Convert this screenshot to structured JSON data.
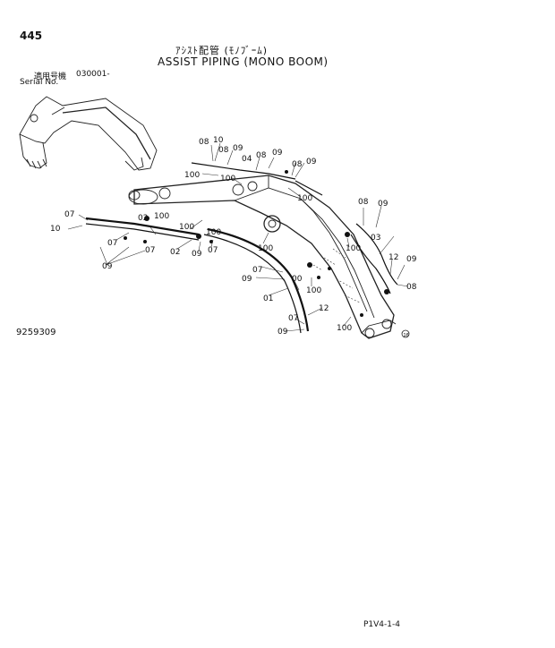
{
  "header": {
    "page_number": "445",
    "title_jp": "ｱｼｽﾄ配管 (ﾓﾉﾌﾞｰﾑ)",
    "title_en": "ASSIST PIPING (MONO BOOM)",
    "serial_label_jp": "適用号機",
    "serial_label_en": "Serial No.",
    "serial_value": "030001-"
  },
  "footer": {
    "figure_number": "9259309",
    "sheet_ref": "P1V4-1-4"
  },
  "part_labels": {
    "l_08a": "08",
    "l_10a": "10",
    "l_08b": "08",
    "l_09a": "09",
    "l_04": "04",
    "l_08c": "08",
    "l_09b": "09",
    "l_08d": "08",
    "l_09c": "09",
    "l_100a": "100",
    "l_100b": "100",
    "l_100c": "100",
    "l_100d": "100",
    "l_07a": "07",
    "l_10b": "10",
    "l_07b": "07",
    "l_02a": "02",
    "l_07c": "07",
    "l_02b": "02",
    "l_09d": "09",
    "l_07d": "07",
    "l_09e": "09",
    "l_100e": "100",
    "l_08e": "08",
    "l_09f": "09",
    "l_100f": "100",
    "l_03": "03",
    "l_12a": "12",
    "l_09g": "09",
    "l_08f": "08",
    "l_07e": "07",
    "l_09h": "09",
    "l_01": "01",
    "l_00": "00",
    "l_100g": "100",
    "l_12b": "12",
    "l_07f": "07",
    "l_09i": "09",
    "l_100h": "100",
    "l_100i": "100",
    "l_100j": "100"
  },
  "icons": {
    "fastener_marker": "circled-marker-icon"
  }
}
